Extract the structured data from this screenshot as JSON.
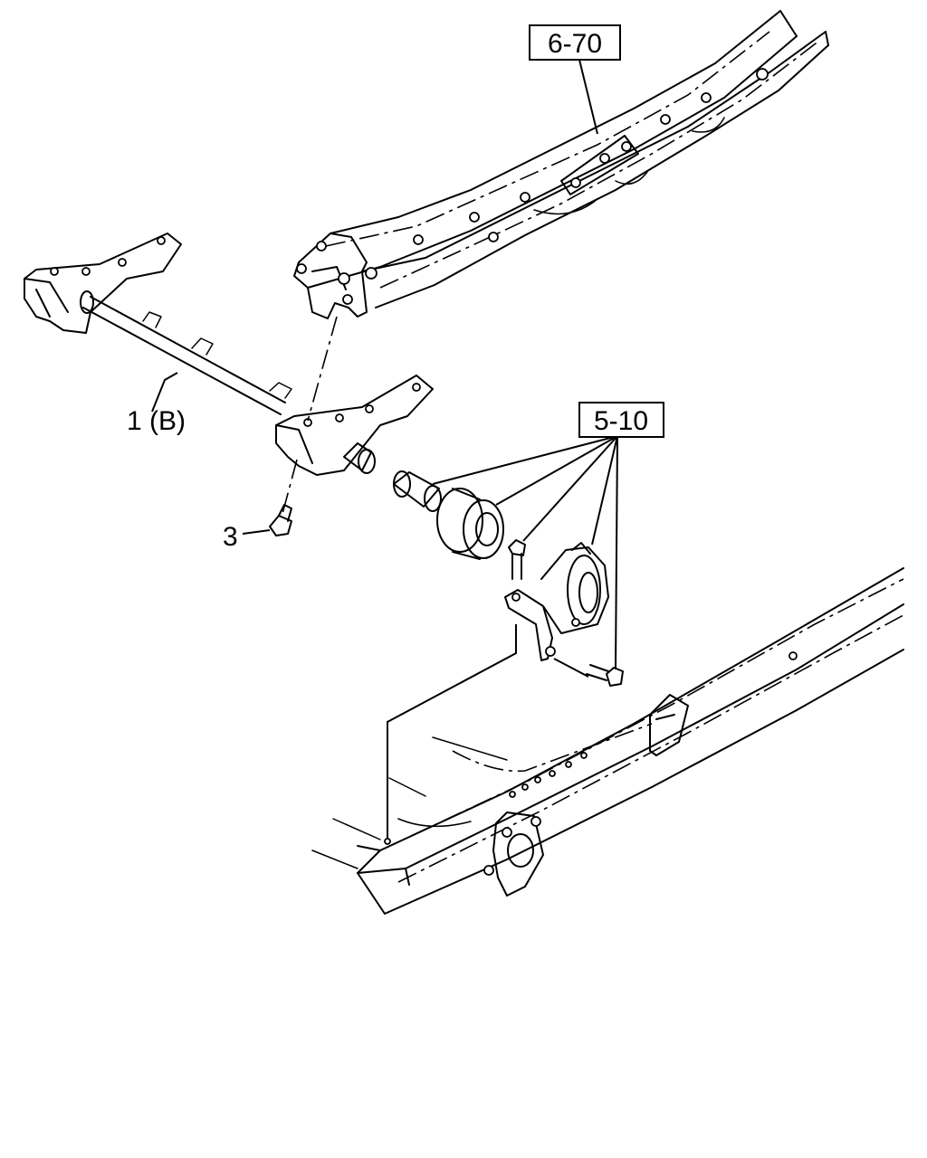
{
  "callouts": {
    "ref_frame": "6-70",
    "ref_mount": "5-10",
    "part_crossmember": "1 (B)",
    "part_bolt": "3"
  }
}
